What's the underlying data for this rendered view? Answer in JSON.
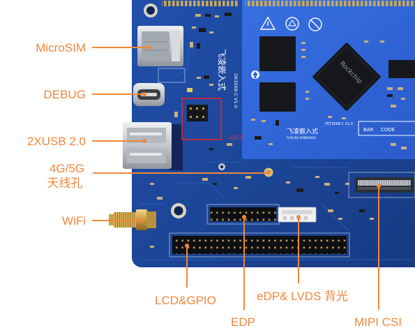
{
  "callouts": {
    "microsim": "MicroSIM",
    "debug": "DEBUG",
    "usb": "2XUSB 2.0",
    "antenna_line1": "4G/5G",
    "antenna_line2": "天线孔",
    "wifi": "WiFi",
    "lcd_gpio": "LCD&GPIO",
    "edp": "EDP",
    "edp_lvds_backlight": "eDP& LVDS 背光",
    "mipi_csi": "MIPI CSI"
  },
  "highlight": {
    "label": "uart口"
  },
  "board_silkscreen": {
    "carrier_brand": "飞凌嵌入式",
    "carrier_model": "OK3568-C V1.0",
    "som_brand": "飞凌嵌入式",
    "som_brand_en": "FORLINX EMBEDDED",
    "som_model": "FET3568-C V1.0",
    "chip_vendor": "Rockchip",
    "barcode_left": "BAR",
    "barcode_right": "CODE"
  },
  "colors": {
    "callout": "#f0873a",
    "highlight": "#e8262a",
    "carrier_board": "#1d4699",
    "som_board": "#2f63d6"
  }
}
